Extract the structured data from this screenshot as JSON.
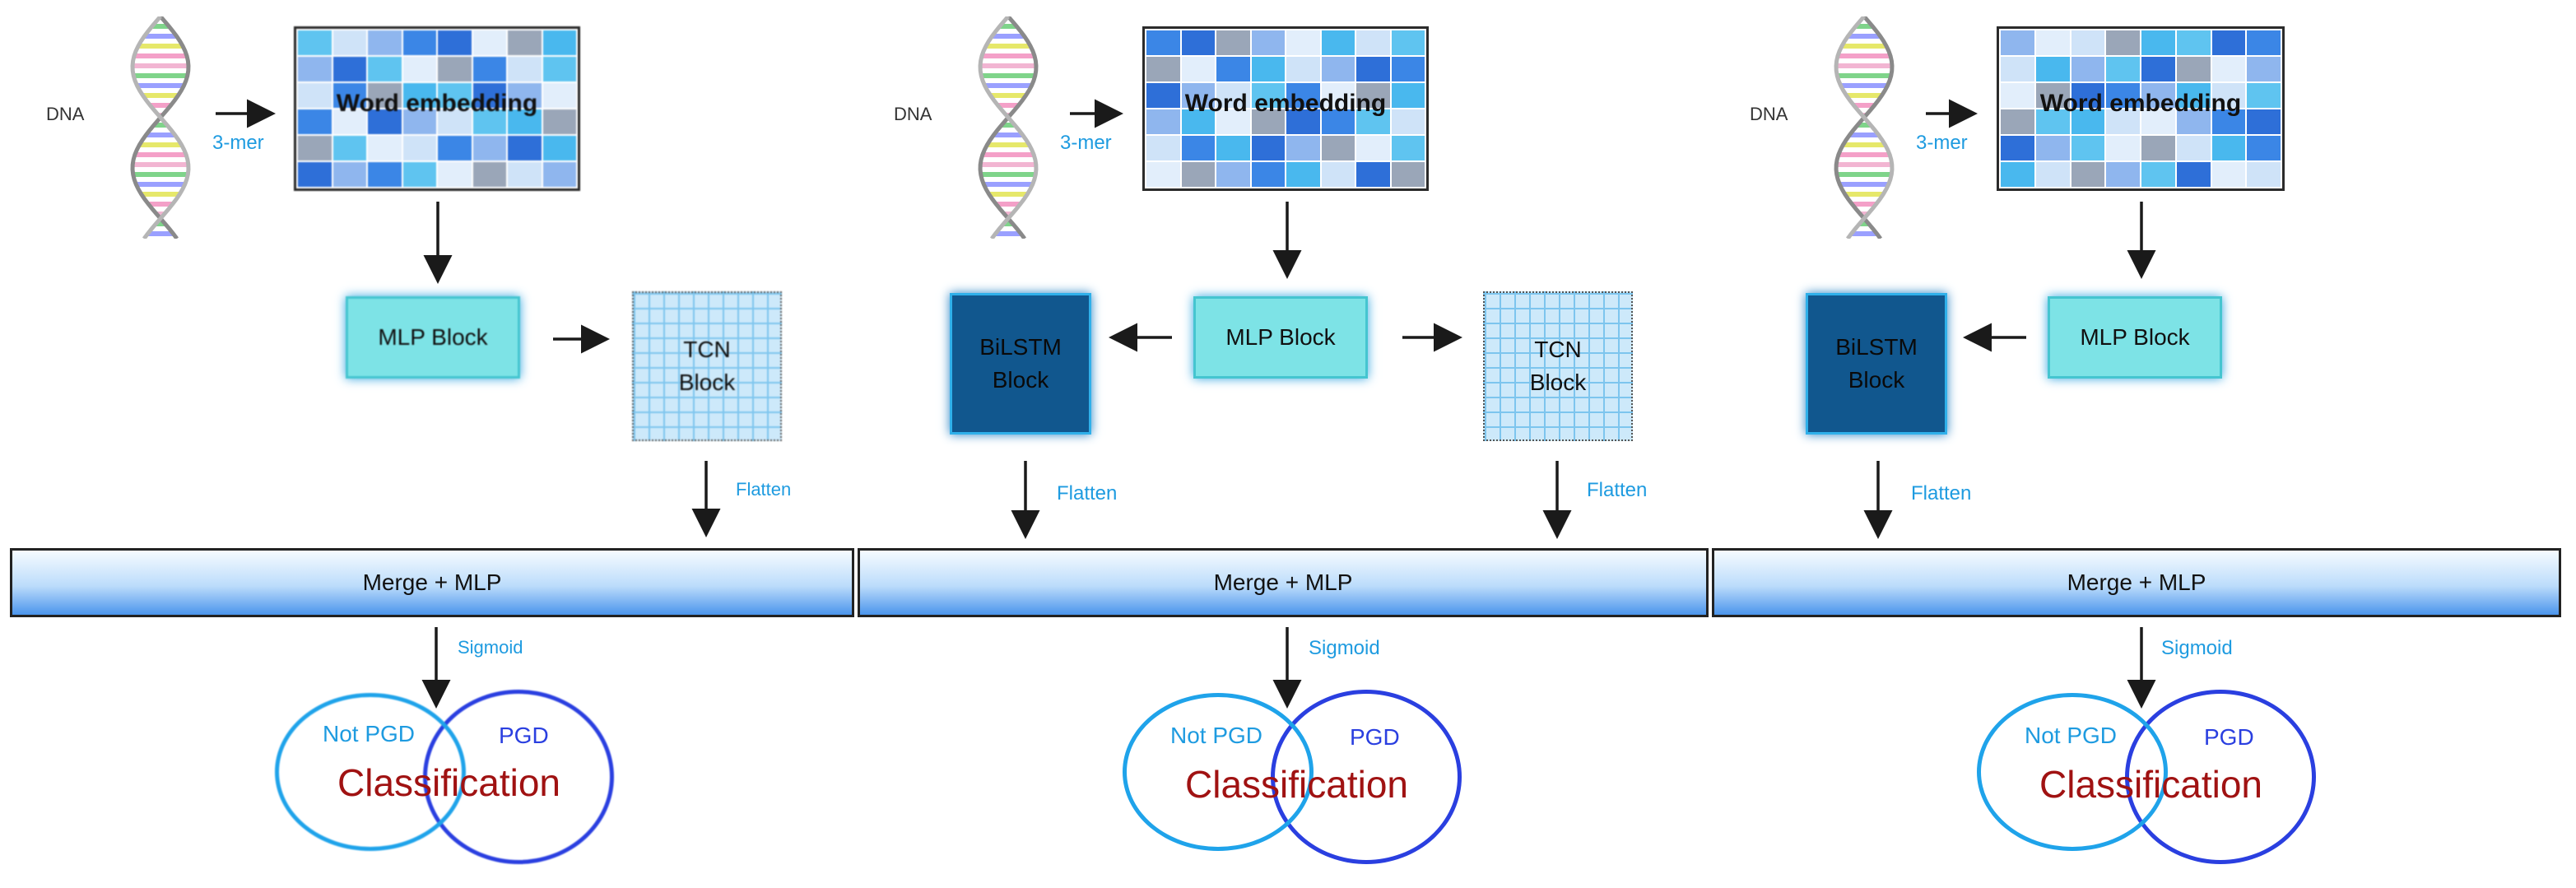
{
  "panels": [
    {
      "dna": "DNA",
      "kmer": "3-mer",
      "embedding": "Word embedding",
      "mlp": "MLP Block",
      "tcn": [
        "TCN",
        "Block"
      ],
      "flatten_tcn": "Flatten",
      "merge": "Merge + MLP",
      "sigmoid": "Sigmoid",
      "not_pgd": "Not PGD",
      "pgd": "PGD",
      "classification": "Classification"
    },
    {
      "dna": "DNA",
      "kmer": "3-mer",
      "embedding": "Word embedding",
      "mlp": "MLP Block",
      "bilstm": [
        "BiLSTM",
        "Block"
      ],
      "tcn": [
        "TCN",
        "Block"
      ],
      "flatten_bilstm": "Flatten",
      "flatten_tcn": "Flatten",
      "merge": "Merge + MLP",
      "sigmoid": "Sigmoid",
      "not_pgd": "Not PGD",
      "pgd": "PGD",
      "classification": "Classification"
    },
    {
      "dna": "DNA",
      "kmer": "3-mer",
      "embedding": "Word embedding",
      "mlp": "MLP Block",
      "bilstm": [
        "BiLSTM",
        "Block"
      ],
      "flatten_bilstm": "Flatten",
      "merge": "Merge + MLP",
      "sigmoid": "Sigmoid",
      "not_pgd": "Not PGD",
      "pgd": "PGD",
      "classification": "Classification"
    }
  ],
  "colors": {
    "embedding_cells": [
      "#5fc4f0",
      "#3b86e6",
      "#8fb6ee",
      "#9aa6b8",
      "#cfe3f8",
      "#2e6fd8",
      "#e2eefb",
      "#49b8ee"
    ],
    "mlp_fill": "#7de3e6",
    "bilstm_fill": "#11578e",
    "tcn_fill": "#cde9fa",
    "merge_bottom": "#4b95ec",
    "not_pgd": "#1fa3ea",
    "pgd": "#2a3fe0",
    "classification": "#a01212",
    "label_blue": "#1e9be0"
  },
  "icons": [
    "dna-helix-icon"
  ]
}
